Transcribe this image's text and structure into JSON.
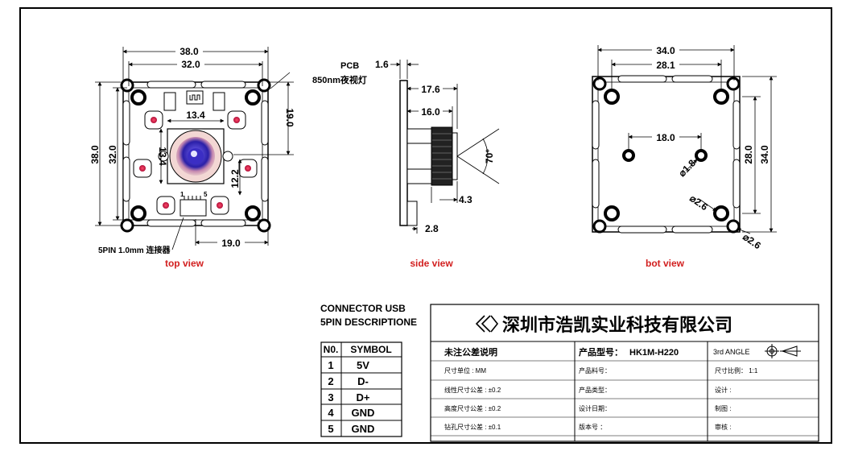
{
  "views": {
    "top": {
      "label": "top view",
      "dims": {
        "w38": "38.0",
        "w32": "32.0",
        "h38": "38.0",
        "h32": "32.0",
        "h19": "19.0",
        "lens": "13.4",
        "lens_v": "13.4",
        "d12": "12.2",
        "b19": "19.0"
      },
      "pin1": "1",
      "pin5": "5",
      "connector": "5PIN 1.0mm 连接器"
    },
    "side": {
      "label": "side view",
      "pcb": "PCB",
      "led": "850nm夜视灯",
      "dims": {
        "t16": "1.6",
        "d176": "17.6",
        "d160": "16.0",
        "d43": "4.3",
        "d28": "2.8",
        "angle": "70°"
      }
    },
    "bot": {
      "label": "bot view",
      "dims": {
        "w34": "34.0",
        "w281": "28.1",
        "h28": "28.0",
        "h34": "34.0",
        "c18": "18.0",
        "dia18": "⌀1.8",
        "dia26a": "⌀2.6",
        "dia26b": "⌀2.6"
      }
    }
  },
  "pinout": {
    "title1": "CONNECTOR USB",
    "title2": "5PIN DESCRIPTIONE",
    "headers": [
      "N0.",
      "SYMBOL"
    ],
    "rows": [
      [
        "1",
        "5V"
      ],
      [
        "2",
        "D-"
      ],
      [
        "3",
        "D+"
      ],
      [
        "4",
        "GND"
      ],
      [
        "5",
        "GND"
      ]
    ]
  },
  "titleblock": {
    "company": "深圳市浩凯实业科技有限公司",
    "c1": [
      "未注公差说明",
      "尺寸单位    : MM",
      "线性尺寸公差 : ±0.2",
      "高度尺寸公差 : ±0.2",
      "钻孔尺寸公差 : ±0.1"
    ],
    "c2_label": "产品型号：",
    "c2_model": "HK1M-H220",
    "c2": [
      "产品料号：",
      "产品类型：",
      "设计日期：",
      "版本号 ："
    ],
    "c3_angle": "3rd ANGLE",
    "c3": [
      "尺寸比例： 1:1",
      "设计   :",
      "制图   :",
      "审核   :"
    ]
  }
}
